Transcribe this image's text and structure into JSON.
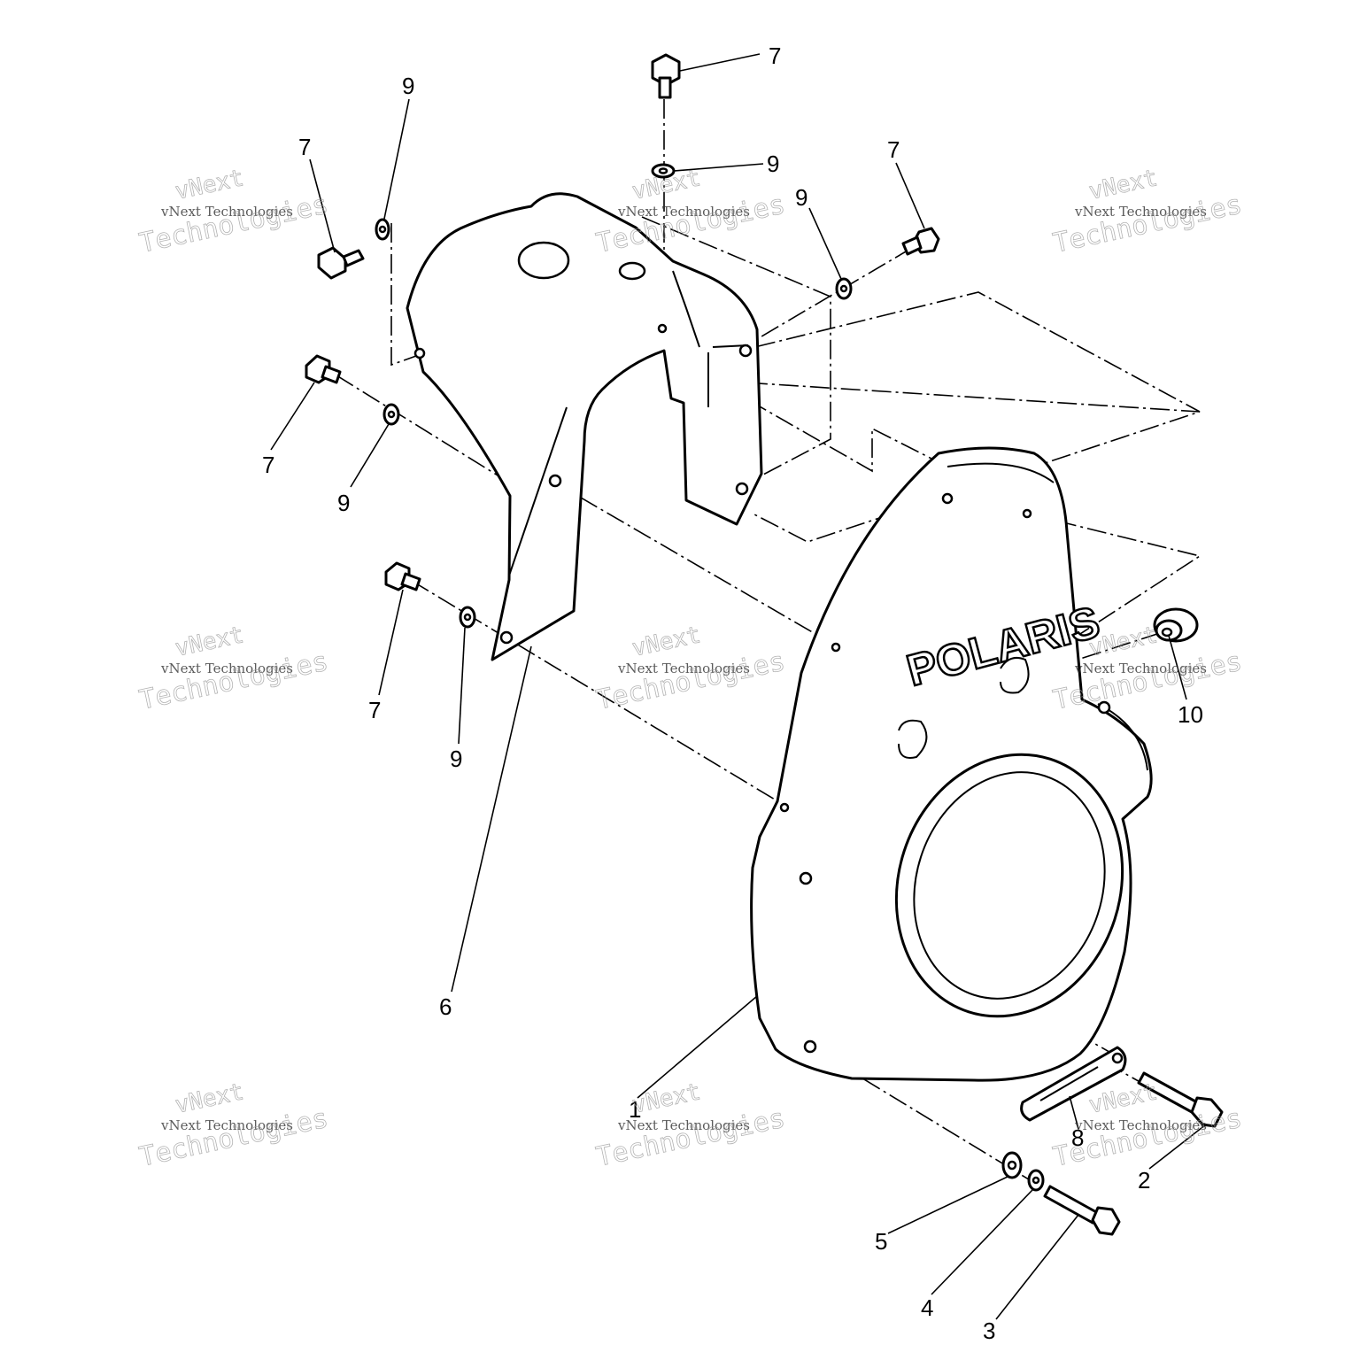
{
  "diagram": {
    "brand_mark": "POLARIS",
    "callouts": [
      {
        "id": "c7-top",
        "label": "7"
      },
      {
        "id": "c9-top",
        "label": "9"
      },
      {
        "id": "c7-ul",
        "label": "7"
      },
      {
        "id": "c9-ul",
        "label": "9"
      },
      {
        "id": "c7-ur",
        "label": "7"
      },
      {
        "id": "c9-ur",
        "label": "9"
      },
      {
        "id": "c7-ml",
        "label": "7"
      },
      {
        "id": "c9-ml",
        "label": "9"
      },
      {
        "id": "c7-ll",
        "label": "7"
      },
      {
        "id": "c9-ll",
        "label": "9"
      },
      {
        "id": "c6",
        "label": "6"
      },
      {
        "id": "c10",
        "label": "10"
      },
      {
        "id": "c1",
        "label": "1"
      },
      {
        "id": "c8",
        "label": "8"
      },
      {
        "id": "c2",
        "label": "2"
      },
      {
        "id": "c5",
        "label": "5"
      },
      {
        "id": "c4",
        "label": "4"
      },
      {
        "id": "c3",
        "label": "3"
      }
    ]
  },
  "watermark": {
    "line1": "vNext Technologies",
    "line2": "vNext",
    "line3": "Technologies"
  }
}
